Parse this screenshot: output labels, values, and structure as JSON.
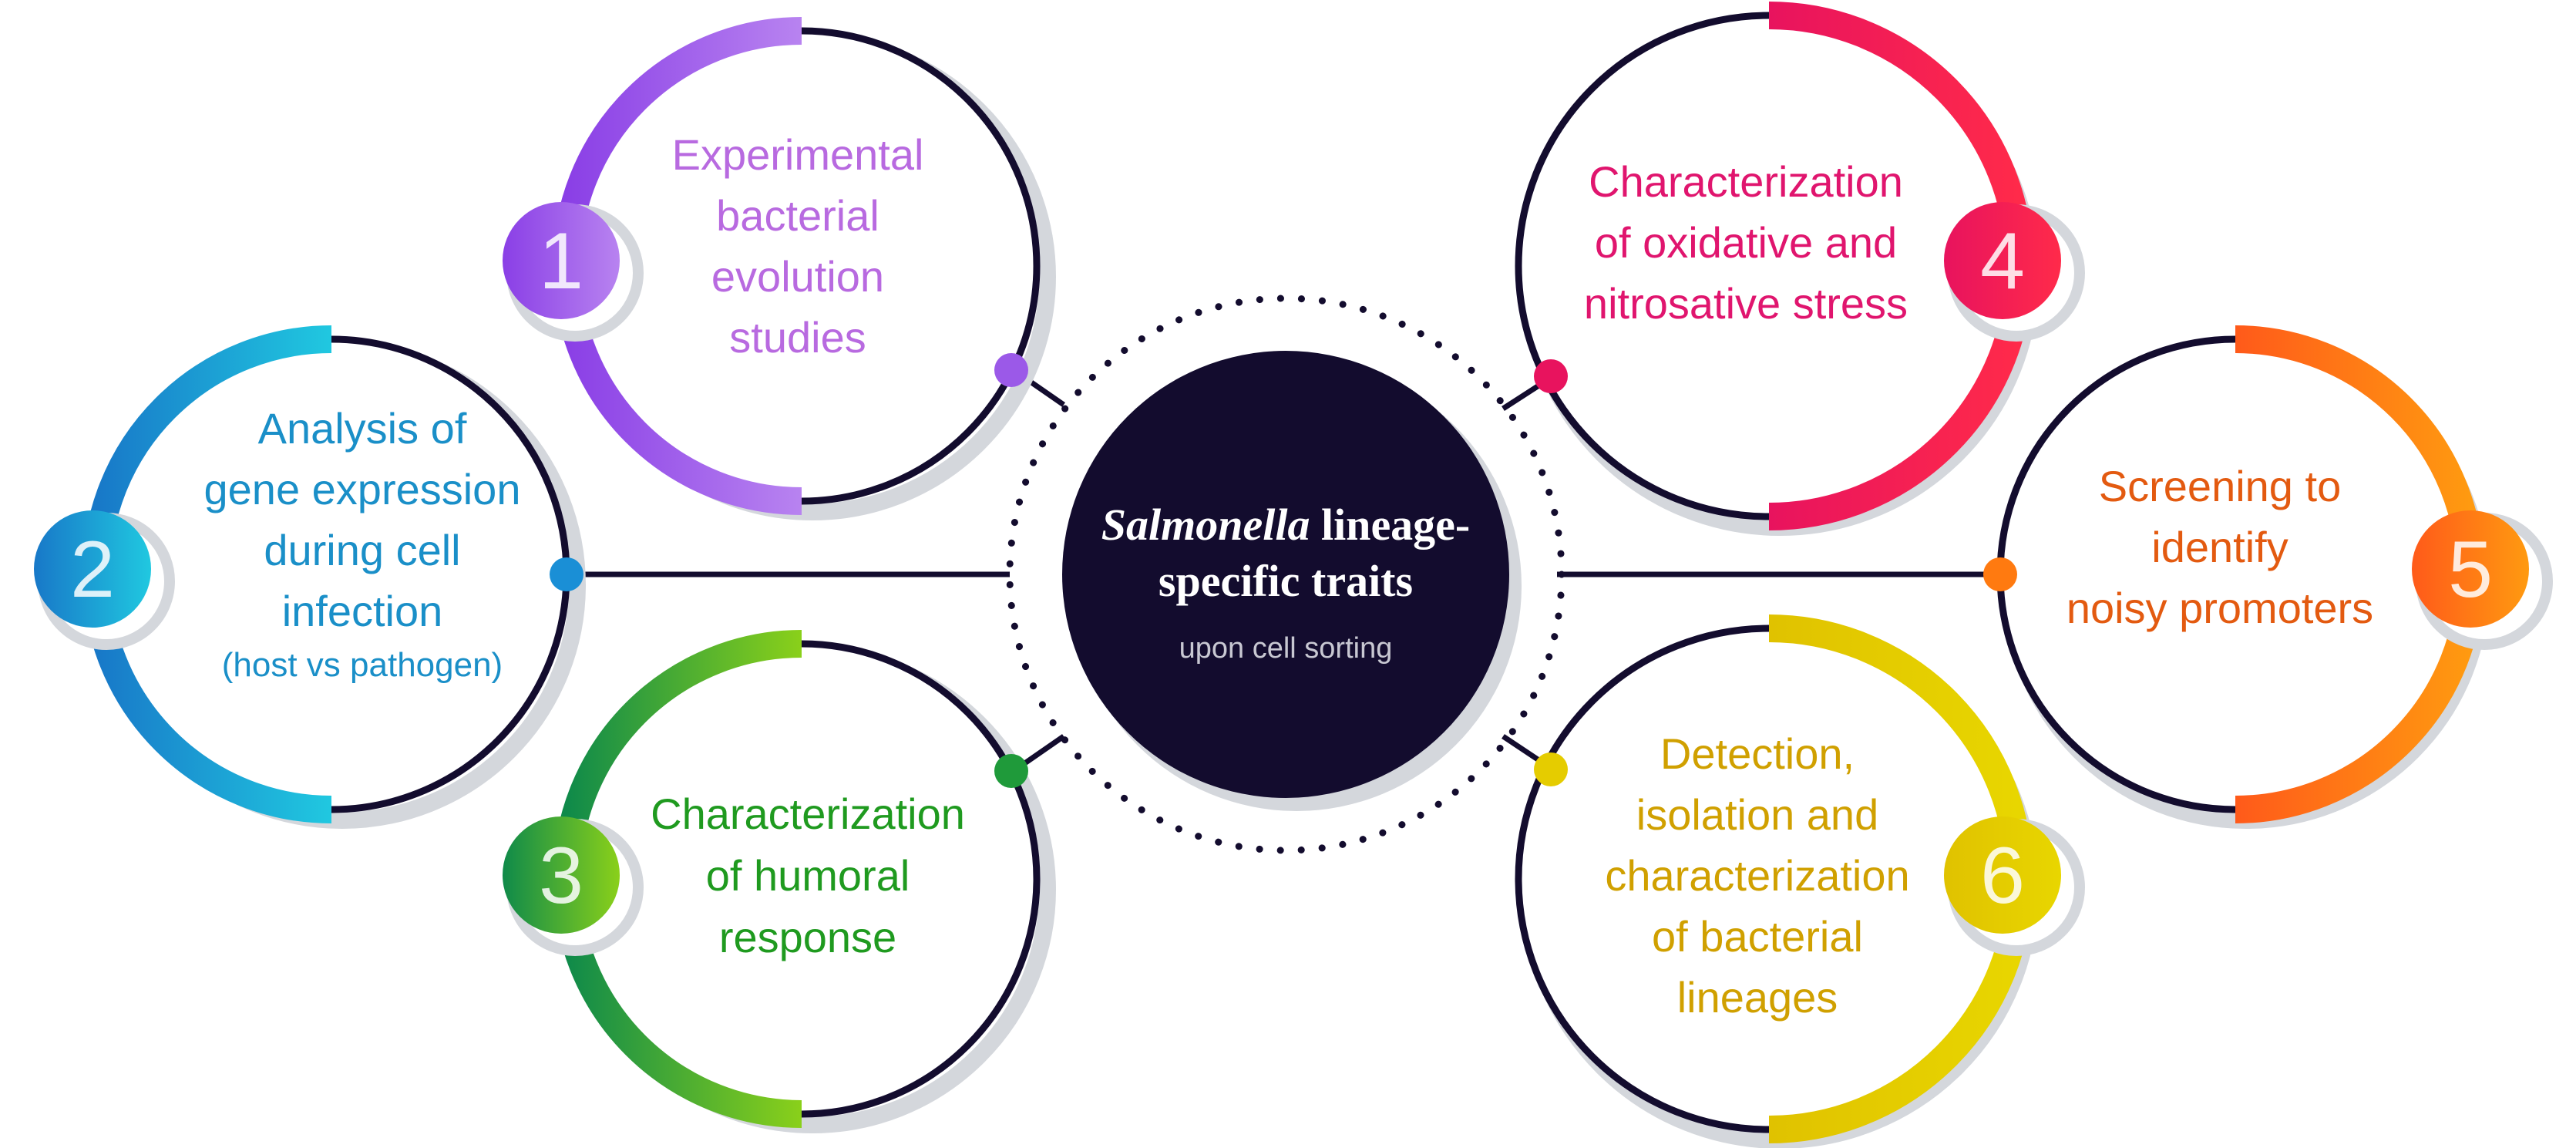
{
  "center": {
    "title_italic": "Salmonella",
    "title_line1_rest": " lineage-",
    "title_line2": "specific traits",
    "subtitle": "upon cell sorting",
    "fill_color": "#130c2e"
  },
  "nodes": [
    {
      "number": "1",
      "lines": [
        "Experimental",
        "bacterial",
        "evolution",
        "studies"
      ],
      "color": "#9b59e8",
      "color_light": "#b47fee",
      "text_color": "#b86ae0"
    },
    {
      "number": "2",
      "lines": [
        "Analysis of",
        "gene expression",
        "during cell",
        "infection"
      ],
      "note": "(host vs pathogen)",
      "color": "#1a8fd6",
      "color_light": "#20bfe0",
      "text_color": "#1a8fc8"
    },
    {
      "number": "3",
      "lines": [
        "Characterization",
        "of humoral",
        "response"
      ],
      "color": "#1f9a3a",
      "color_light": "#7ac81e",
      "text_color": "#1f9a1f"
    },
    {
      "number": "4",
      "lines": [
        "Characterization",
        "of oxidative and",
        "nitrosative stress"
      ],
      "color": "#e8135e",
      "color_light": "#ff2a55",
      "text_color": "#e0156e"
    },
    {
      "number": "5",
      "lines": [
        "Screening to",
        "identify",
        "noisy promoters"
      ],
      "color": "#ff7a10",
      "color_light": "#ff5a1a",
      "text_color": "#e35a10"
    },
    {
      "number": "6",
      "lines": [
        "Detection,",
        "isolation and",
        "characterization",
        "of bacterial",
        "lineages"
      ],
      "color": "#e5cc00",
      "color_light": "#d9c400",
      "text_color": "#d0a000"
    }
  ],
  "ring_color": "#130c2e",
  "shadow_color": "#d4d7dc"
}
